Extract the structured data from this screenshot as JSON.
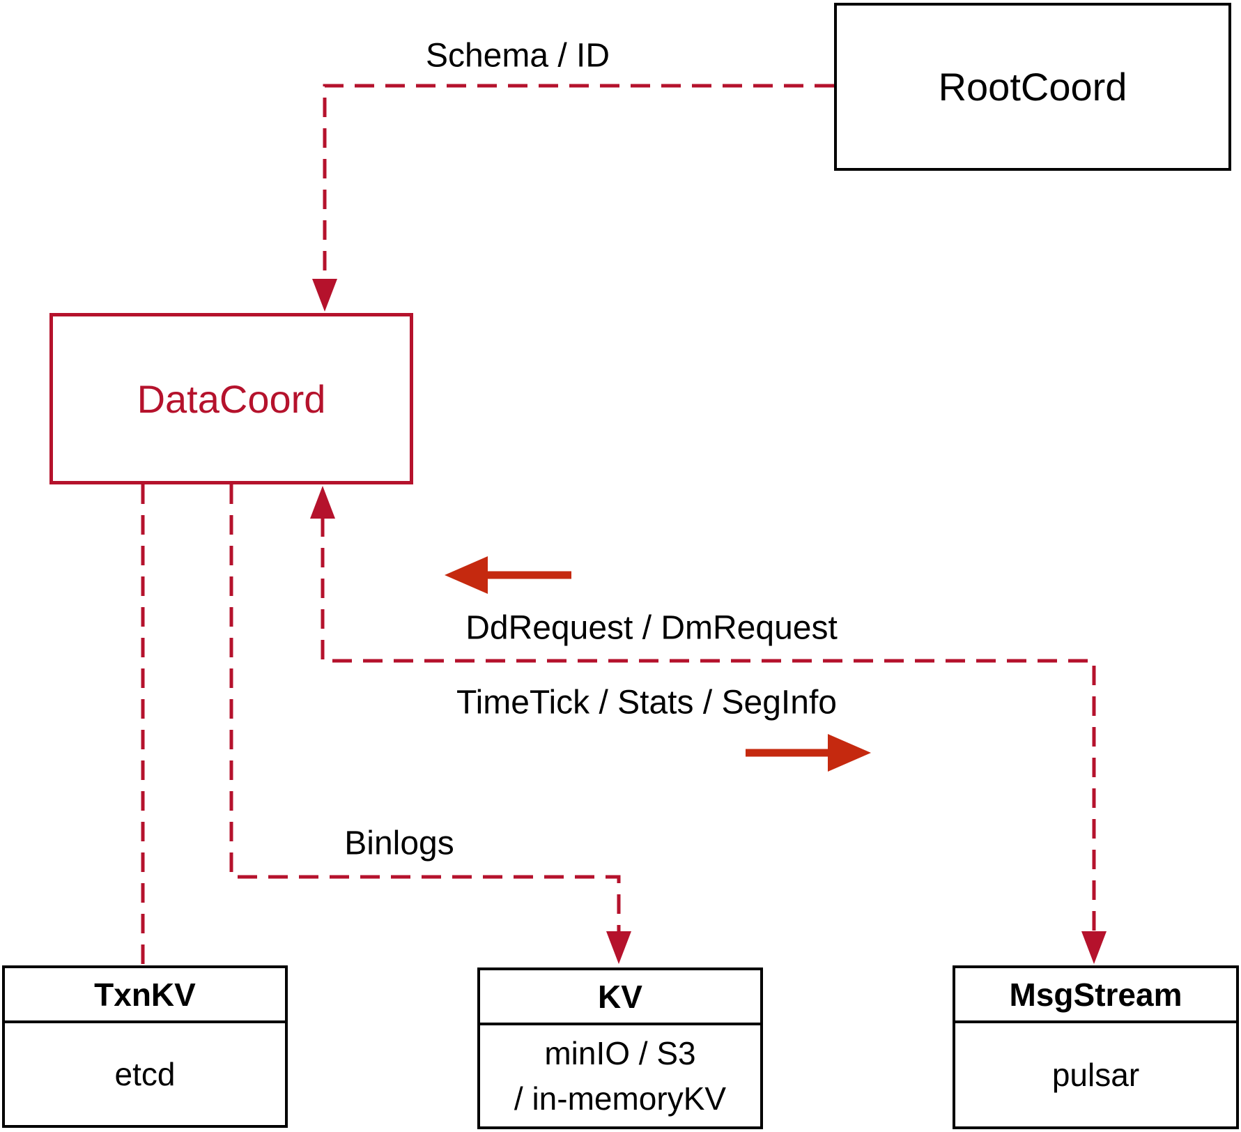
{
  "diagram": {
    "nodes": {
      "root_coord": {
        "label": "RootCoord"
      },
      "data_coord": {
        "label": "DataCoord"
      },
      "txn_kv": {
        "header": "TxnKV",
        "body": "etcd"
      },
      "kv": {
        "header": "KV",
        "body_line1": "minIO / S3",
        "body_line2": "/ in-memoryKV"
      },
      "msg_stream": {
        "header": "MsgStream",
        "body": "pulsar"
      }
    },
    "edges": {
      "schema_id_label": "Schema / ID",
      "dd_dm_request_label": "DdRequest / DmRequest",
      "timetick_stats_seginfo_label": "TimeTick / Stats / SegInfo",
      "binlogs_label": "Binlogs"
    },
    "colors": {
      "dashed_line": "#b5122c",
      "solid_arrow": "#c5290f",
      "node_border_black": "#000000",
      "data_coord_accent": "#b5122c"
    }
  }
}
